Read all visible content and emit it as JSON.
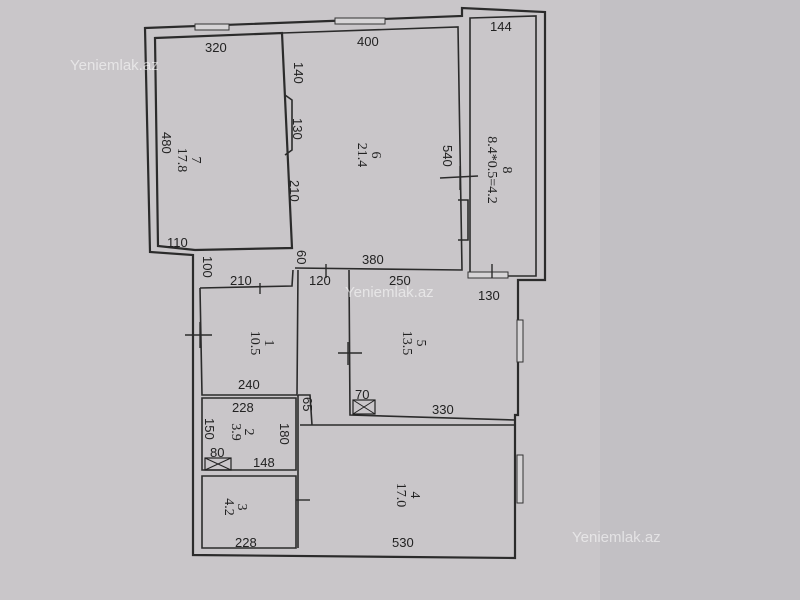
{
  "watermarks": [
    "Yeniemlak.az",
    "Yeniemlak.az",
    "Yeniemlak.az"
  ],
  "dimensions": {
    "d320": "320",
    "d400": "400",
    "d144": "144",
    "d140": "140",
    "d130a": "130",
    "d540": "540",
    "d480": "480",
    "d210a": "210",
    "d110": "110",
    "d100": "100",
    "d60": "60",
    "d380": "380",
    "d210b": "210",
    "d120": "120",
    "d250": "250",
    "d130b": "130",
    "d240": "240",
    "d65": "65",
    "d70": "70",
    "d330": "330",
    "d228a": "228",
    "d150": "150",
    "d180": "180",
    "d80": "80",
    "d148": "148",
    "d228b": "228",
    "d530": "530"
  },
  "rooms": {
    "r1": {
      "num": "1",
      "area": "10.5"
    },
    "r2": {
      "num": "2",
      "area": "3.9"
    },
    "r3": {
      "num": "3",
      "area": "4.2"
    },
    "r4": {
      "num": "4",
      "area": "17.0"
    },
    "r5": {
      "num": "5",
      "area": "13.5"
    },
    "r6": {
      "num": "6",
      "area": "21.4"
    },
    "r7": {
      "num": "7",
      "area": "17.8"
    },
    "r8": {
      "num": "8",
      "area": "8.4*0.5=4.2"
    }
  }
}
